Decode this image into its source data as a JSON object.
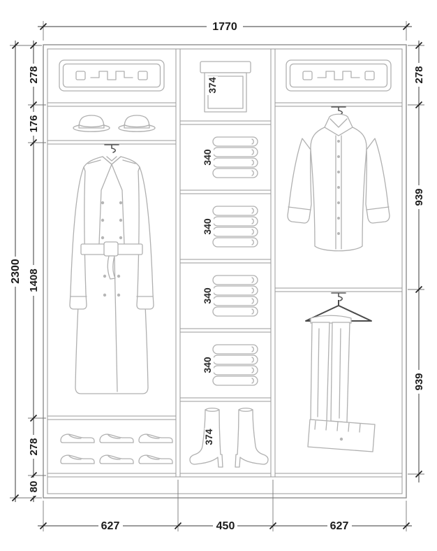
{
  "dimensions": {
    "total_width": "1770",
    "total_height": "2300",
    "left": [
      "278",
      "176",
      "1408",
      "278",
      "80"
    ],
    "right": [
      "278",
      "939",
      "939"
    ],
    "bottom": [
      "627",
      "450",
      "627"
    ],
    "middle": [
      "374",
      "340",
      "340",
      "340",
      "340",
      "374"
    ]
  }
}
